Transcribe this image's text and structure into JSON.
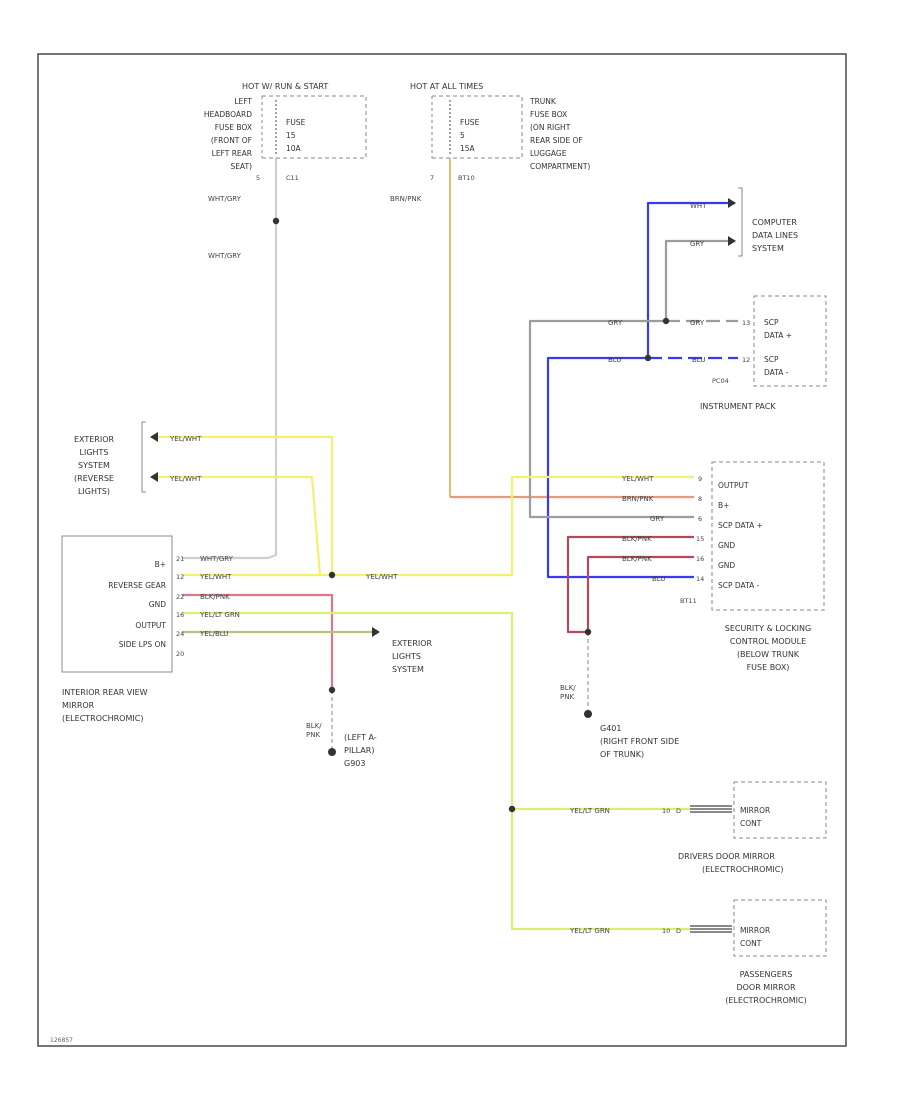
{
  "fuse_boxes": {
    "left": {
      "title": "HOT W/ RUN & START",
      "location": [
        "LEFT",
        "HEADBOARD",
        "FUSE BOX",
        "(FRONT OF",
        "LEFT REAR",
        "SEAT)"
      ],
      "fuse_lines": [
        "FUSE",
        "15",
        "10A"
      ],
      "pin": "5",
      "connector": "C11"
    },
    "right": {
      "title": "HOT AT ALL TIMES",
      "location": [
        "TRUNK",
        "FUSE BOX",
        "(ON RIGHT",
        "REAR SIDE OF",
        "LUGGAGE",
        "COMPARTMENT)"
      ],
      "fuse_lines": [
        "FUSE",
        "5",
        "15A"
      ],
      "pin": "7",
      "connector": "BT10"
    }
  },
  "wire_labels": {
    "wht_gry_1": "WHT/GRY",
    "wht_gry_2": "WHT/GRY",
    "brn_pnk": "BRN/PNK",
    "wht": "WHT",
    "gry_1": "GRY",
    "gry_2": "GRY",
    "gry_3": "GRY",
    "blu_1": "BLU",
    "blu_2": "BLU",
    "yel_wht_1": "YEL/WHT",
    "yel_wht_2": "YEL/WHT",
    "yel_wht_mirror": "YEL/WHT",
    "yel_wht_mid": "YEL/WHT",
    "yel_wht_sec": "YEL/WHT",
    "brn_pnk_sec": "BRN/PNK",
    "gry_sec": "GRY",
    "blk_pnk_1": "BLK/PNK",
    "blk_pnk_2": "BLK/PNK",
    "blu_sec": "BLU",
    "wht_gry_mirror": "WHT/GRY",
    "blk_pnk_mirror": "BLK/PNK",
    "yel_lt_grn": "YEL/LT GRN",
    "yel_blu": "YEL/BLU",
    "blk_pnk_g1": "BLK/\nPNK",
    "blk_pnk_g2": "BLK/\nPNK",
    "yel_lt_grn_drv": "YEL/LT GRN",
    "yel_lt_grn_pass": "YEL/LT GRN"
  },
  "components": {
    "computer_data_lines": [
      "COMPUTER",
      "DATA LINES",
      "SYSTEM"
    ],
    "instrument_pack": {
      "pins": [
        "13",
        "12"
      ],
      "rows": [
        "SCP",
        "DATA +",
        "SCP",
        "DATA -"
      ],
      "connector": "PC04",
      "name": "INSTRUMENT PACK"
    },
    "exterior_lights_reverse": [
      "EXTERIOR",
      "LIGHTS",
      "SYSTEM",
      "(REVERSE",
      "LIGHTS)"
    ],
    "security_module": {
      "pins": [
        "9",
        "8",
        "6",
        "15",
        "16",
        "14"
      ],
      "rows": [
        "OUTPUT",
        "B+",
        "SCP DATA +",
        "GND",
        "GND",
        "SCP DATA -"
      ],
      "connector": "BT11",
      "name": [
        "SECURITY & LOCKING",
        "CONTROL MODULE",
        "(BELOW TRUNK",
        "FUSE BOX)"
      ]
    },
    "rear_view_mirror": {
      "pins": [
        "21",
        "12",
        "22",
        "16",
        "24",
        "20"
      ],
      "rows": [
        "B+",
        "REVERSE GEAR",
        "GND",
        "OUTPUT",
        "SIDE LPS ON"
      ],
      "name": [
        "INTERIOR REAR VIEW",
        "MIRROR",
        "(ELECTROCHROMIC)"
      ]
    },
    "exterior_lights": [
      "EXTERIOR",
      "LIGHTS",
      "SYSTEM"
    ],
    "ground_left": [
      "(LEFT A-",
      "PILLAR)",
      "G903"
    ],
    "ground_trunk": [
      "G401",
      "(RIGHT FRONT SIDE",
      "OF TRUNK)"
    ],
    "drivers_mirror": {
      "pin": "10",
      "conn": "D",
      "row1": "MIRROR",
      "row2": "CONT",
      "name": [
        "DRIVERS DOOR MIRROR",
        "(ELECTROCHROMIC)"
      ]
    },
    "passengers_mirror": {
      "pin": "10",
      "conn": "D",
      "row1": "MIRROR",
      "row2": "CONT",
      "name": [
        "PASSENGERS",
        "DOOR MIRROR",
        "(ELECTROCHROMIC)"
      ]
    }
  },
  "figure_id": "126857",
  "colors": {
    "wht_gry": "#cfcfcf",
    "brn_pnk": "#e89a7a",
    "brn_pnk_vert": "#d7c27a",
    "blu": "#3a3af5",
    "gry": "#9c9c9c",
    "yel_wht": "#f4f070",
    "blk_pnk": "#b04a5c",
    "yel_lt_grn": "#d9f070",
    "yel_blu": "#b7c37a",
    "frame": "#555555"
  }
}
